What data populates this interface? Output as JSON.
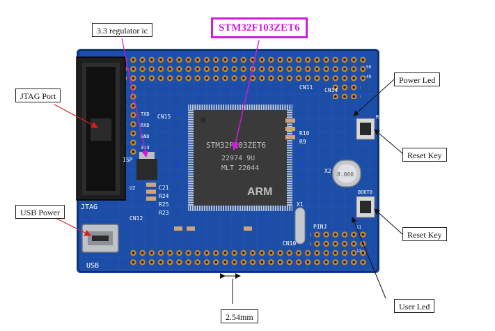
{
  "labels": {
    "regulator": "3.3 regulator ic",
    "mcu": "STM32F103ZET6",
    "jtag_port": "JTAG Port",
    "usb_power": "USB Power",
    "power_led": "Power Led",
    "reset_key_1": "Reset Key",
    "reset_key_2": "Reset Key",
    "user_led": "User Led",
    "pitch": "2.54mm"
  },
  "board_text": {
    "jtag": "JTAG",
    "usb": "USB",
    "isp": "ISP",
    "cn11": "CN11",
    "cn12": "CN12",
    "cn14": "CN14",
    "cn10": "CN10",
    "cn15": "CN15",
    "u2": "U2",
    "txd": "TXD",
    "rxd": "RXD",
    "gnd": "GND",
    "v3": "3V3",
    "c21": "C21",
    "r24": "R24",
    "r25": "R25",
    "r23": "R23",
    "r10": "R10",
    "r9": "R9",
    "x2": "X2",
    "x1": "X1",
    "rst": "RST",
    "boot": "BOOT0",
    "pinj": "PINJ",
    "chip_brand": "ARM",
    "chip_line1": "STM32F103ZET6",
    "chip_line2": "22974 9U",
    "chip_line3": "MLT 22044",
    "crystal": "8.000",
    "pin50": "50",
    "pin49": "49",
    "pin11": "11",
    "pin12": "12"
  },
  "colors": {
    "board": "#1c4ea8",
    "board_dark": "#143c86",
    "pad": "#c98a32",
    "chip": "#3a3a3a",
    "callout_highlight": "#d11bd6",
    "arrow_red": "#d62020",
    "arrow_magenta": "#d11bd6"
  }
}
